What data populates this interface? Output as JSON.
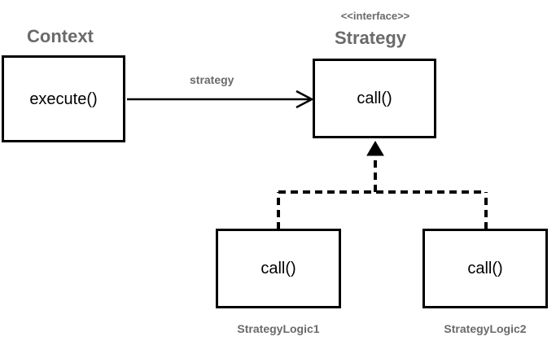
{
  "context": {
    "title": "Context",
    "method": "execute()"
  },
  "strategy": {
    "stereotype": "<<interface>>",
    "title": "Strategy",
    "method": "call()"
  },
  "association": {
    "label": "strategy"
  },
  "implementations": [
    {
      "name": "StrategyLogic1",
      "method": "call()"
    },
    {
      "name": "StrategyLogic2",
      "method": "call()"
    }
  ],
  "colors": {
    "title_gray": "#6a6a6a",
    "line": "#000000"
  }
}
